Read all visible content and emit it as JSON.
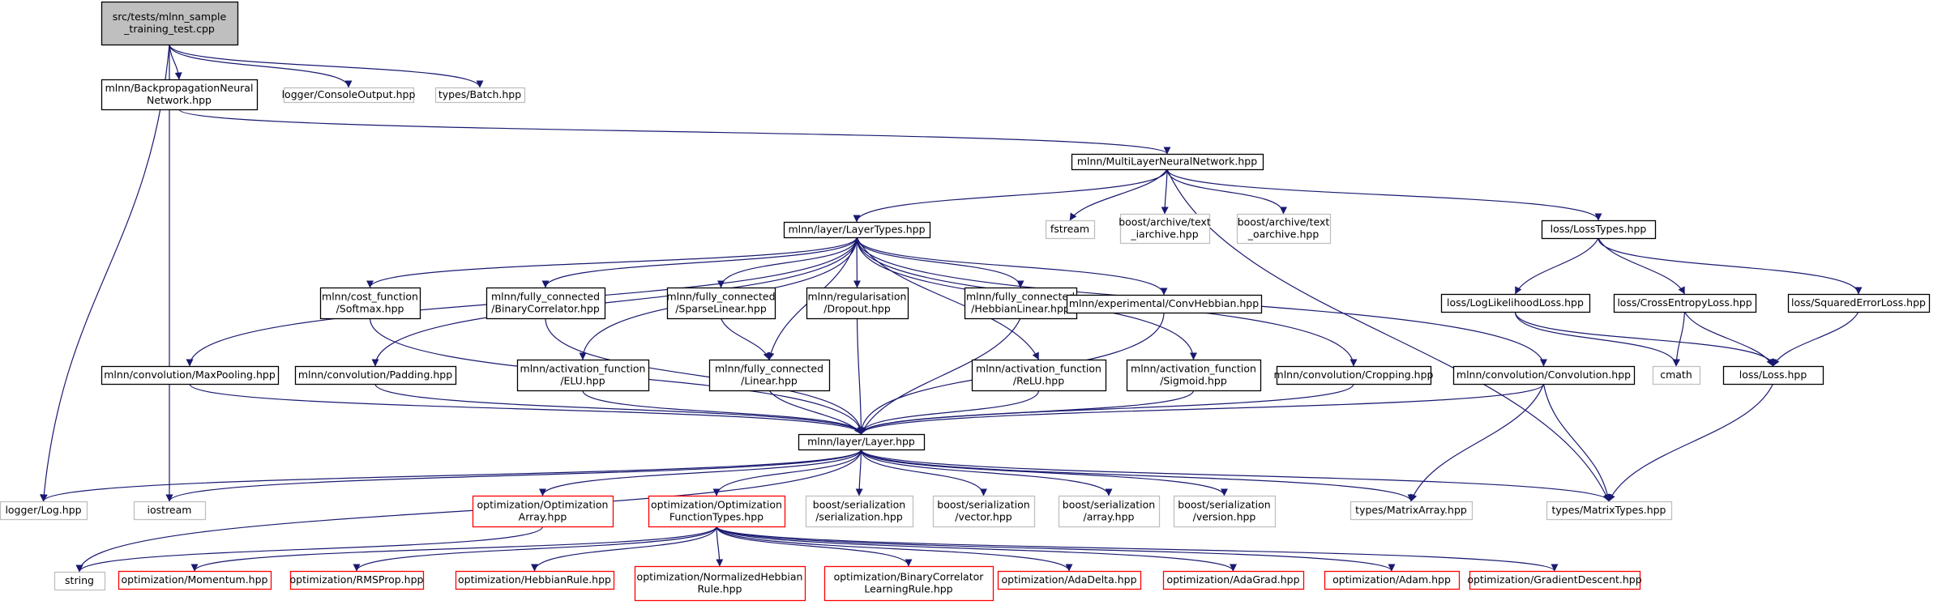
{
  "colors": {
    "edge": "#191970",
    "box_normal": "#000000",
    "box_external": "#bfbfbf",
    "box_truncated": "#ff0000",
    "box_root_fill": "#bfbfbf",
    "background": "#ffffff"
  },
  "nodes": [
    {
      "id": "root",
      "lines": [
        "src/tests/mlnn_sample",
        "_training_test.cpp"
      ],
      "kind": "root"
    },
    {
      "id": "bpnn",
      "lines": [
        "mlnn/BackpropagationNeural",
        "Network.hpp"
      ],
      "kind": "normal"
    },
    {
      "id": "console",
      "lines": [
        "logger/ConsoleOutput.hpp"
      ],
      "kind": "external"
    },
    {
      "id": "batch",
      "lines": [
        "types/Batch.hpp"
      ],
      "kind": "external"
    },
    {
      "id": "mlnn",
      "lines": [
        "mlnn/MultiLayerNeuralNetwork.hpp"
      ],
      "kind": "normal"
    },
    {
      "id": "layertypes",
      "lines": [
        "mlnn/layer/LayerTypes.hpp"
      ],
      "kind": "normal"
    },
    {
      "id": "fstream",
      "lines": [
        "fstream"
      ],
      "kind": "external"
    },
    {
      "id": "iarchive",
      "lines": [
        "boost/archive/text",
        "_iarchive.hpp"
      ],
      "kind": "external"
    },
    {
      "id": "oarchive",
      "lines": [
        "boost/archive/text",
        "_oarchive.hpp"
      ],
      "kind": "external"
    },
    {
      "id": "losstypes",
      "lines": [
        "loss/LossTypes.hpp"
      ],
      "kind": "normal"
    },
    {
      "id": "softmax",
      "lines": [
        "mlnn/cost_function",
        "/Softmax.hpp"
      ],
      "kind": "normal"
    },
    {
      "id": "bincorr",
      "lines": [
        "mlnn/fully_connected",
        "/BinaryCorrelator.hpp"
      ],
      "kind": "normal"
    },
    {
      "id": "sparselin",
      "lines": [
        "mlnn/fully_connected",
        "/SparseLinear.hpp"
      ],
      "kind": "normal"
    },
    {
      "id": "dropout",
      "lines": [
        "mlnn/regularisation",
        "/Dropout.hpp"
      ],
      "kind": "normal"
    },
    {
      "id": "hebblin",
      "lines": [
        "mlnn/fully_connected",
        "/HebbianLinear.hpp"
      ],
      "kind": "normal"
    },
    {
      "id": "convhebb",
      "lines": [
        "mlnn/experimental/ConvHebbian.hpp"
      ],
      "kind": "normal"
    },
    {
      "id": "loglik",
      "lines": [
        "loss/LogLikelihoodLoss.hpp"
      ],
      "kind": "normal"
    },
    {
      "id": "crossent",
      "lines": [
        "loss/CrossEntropyLoss.hpp"
      ],
      "kind": "normal"
    },
    {
      "id": "sqerr",
      "lines": [
        "loss/SquaredErrorLoss.hpp"
      ],
      "kind": "normal"
    },
    {
      "id": "maxpool",
      "lines": [
        "mlnn/convolution/MaxPooling.hpp"
      ],
      "kind": "normal"
    },
    {
      "id": "padding",
      "lines": [
        "mlnn/convolution/Padding.hpp"
      ],
      "kind": "normal"
    },
    {
      "id": "elu",
      "lines": [
        "mlnn/activation_function",
        "/ELU.hpp"
      ],
      "kind": "normal"
    },
    {
      "id": "linear",
      "lines": [
        "mlnn/fully_connected",
        "/Linear.hpp"
      ],
      "kind": "normal"
    },
    {
      "id": "relu",
      "lines": [
        "mlnn/activation_function",
        "/ReLU.hpp"
      ],
      "kind": "normal"
    },
    {
      "id": "sigmoid",
      "lines": [
        "mlnn/activation_function",
        "/Sigmoid.hpp"
      ],
      "kind": "normal"
    },
    {
      "id": "cropping",
      "lines": [
        "mlnn/convolution/Cropping.hpp"
      ],
      "kind": "normal"
    },
    {
      "id": "convolution",
      "lines": [
        "mlnn/convolution/Convolution.hpp"
      ],
      "kind": "normal"
    },
    {
      "id": "cmath",
      "lines": [
        "cmath"
      ],
      "kind": "external"
    },
    {
      "id": "loss",
      "lines": [
        "loss/Loss.hpp"
      ],
      "kind": "normal"
    },
    {
      "id": "layer",
      "lines": [
        "mlnn/layer/Layer.hpp"
      ],
      "kind": "normal"
    },
    {
      "id": "log",
      "lines": [
        "logger/Log.hpp"
      ],
      "kind": "external"
    },
    {
      "id": "iostream",
      "lines": [
        "iostream"
      ],
      "kind": "external"
    },
    {
      "id": "optarray",
      "lines": [
        "optimization/Optimization",
        "Array.hpp"
      ],
      "kind": "truncated"
    },
    {
      "id": "optfunc",
      "lines": [
        "optimization/Optimization",
        "FunctionTypes.hpp"
      ],
      "kind": "truncated"
    },
    {
      "id": "serialization",
      "lines": [
        "boost/serialization",
        "/serialization.hpp"
      ],
      "kind": "external"
    },
    {
      "id": "vector",
      "lines": [
        "boost/serialization",
        "/vector.hpp"
      ],
      "kind": "external"
    },
    {
      "id": "array",
      "lines": [
        "boost/serialization",
        "/array.hpp"
      ],
      "kind": "external"
    },
    {
      "id": "version",
      "lines": [
        "boost/serialization",
        "/version.hpp"
      ],
      "kind": "external"
    },
    {
      "id": "matrixarray",
      "lines": [
        "types/MatrixArray.hpp"
      ],
      "kind": "external"
    },
    {
      "id": "matrixtypes",
      "lines": [
        "types/MatrixTypes.hpp"
      ],
      "kind": "external"
    },
    {
      "id": "string",
      "lines": [
        "string"
      ],
      "kind": "external"
    },
    {
      "id": "momentum",
      "lines": [
        "optimization/Momentum.hpp"
      ],
      "kind": "truncated"
    },
    {
      "id": "rmsprop",
      "lines": [
        "optimization/RMSProp.hpp"
      ],
      "kind": "truncated"
    },
    {
      "id": "hebbrule",
      "lines": [
        "optimization/HebbianRule.hpp"
      ],
      "kind": "truncated"
    },
    {
      "id": "normhebb",
      "lines": [
        "optimization/NormalizedHebbian",
        "Rule.hpp"
      ],
      "kind": "truncated"
    },
    {
      "id": "bincorrlr",
      "lines": [
        "optimization/BinaryCorrelator",
        "LearningRule.hpp"
      ],
      "kind": "truncated"
    },
    {
      "id": "adadelta",
      "lines": [
        "optimization/AdaDelta.hpp"
      ],
      "kind": "truncated"
    },
    {
      "id": "adagrad",
      "lines": [
        "optimization/AdaGrad.hpp"
      ],
      "kind": "truncated"
    },
    {
      "id": "adam",
      "lines": [
        "optimization/Adam.hpp"
      ],
      "kind": "truncated"
    },
    {
      "id": "graddesc",
      "lines": [
        "optimization/GradientDescent.hpp"
      ],
      "kind": "truncated"
    }
  ],
  "edges": [
    {
      "from": "root",
      "to": "bpnn"
    },
    {
      "from": "root",
      "to": "console"
    },
    {
      "from": "root",
      "to": "batch"
    },
    {
      "from": "root",
      "to": "log"
    },
    {
      "from": "root",
      "to": "iostream"
    },
    {
      "from": "bpnn",
      "to": "mlnn"
    },
    {
      "from": "mlnn",
      "to": "layertypes"
    },
    {
      "from": "mlnn",
      "to": "fstream"
    },
    {
      "from": "mlnn",
      "to": "iarchive"
    },
    {
      "from": "mlnn",
      "to": "oarchive"
    },
    {
      "from": "mlnn",
      "to": "losstypes"
    },
    {
      "from": "mlnn",
      "to": "matrixtypes"
    },
    {
      "from": "layertypes",
      "to": "softmax"
    },
    {
      "from": "layertypes",
      "to": "bincorr"
    },
    {
      "from": "layertypes",
      "to": "sparselin"
    },
    {
      "from": "layertypes",
      "to": "dropout"
    },
    {
      "from": "layertypes",
      "to": "hebblin"
    },
    {
      "from": "layertypes",
      "to": "convhebb"
    },
    {
      "from": "layertypes",
      "to": "maxpool"
    },
    {
      "from": "layertypes",
      "to": "padding"
    },
    {
      "from": "layertypes",
      "to": "elu"
    },
    {
      "from": "layertypes",
      "to": "linear"
    },
    {
      "from": "layertypes",
      "to": "relu"
    },
    {
      "from": "layertypes",
      "to": "sigmoid"
    },
    {
      "from": "layertypes",
      "to": "cropping"
    },
    {
      "from": "layertypes",
      "to": "convolution"
    },
    {
      "from": "losstypes",
      "to": "loglik"
    },
    {
      "from": "losstypes",
      "to": "crossent"
    },
    {
      "from": "losstypes",
      "to": "sqerr"
    },
    {
      "from": "loglik",
      "to": "cmath"
    },
    {
      "from": "loglik",
      "to": "loss"
    },
    {
      "from": "crossent",
      "to": "cmath"
    },
    {
      "from": "crossent",
      "to": "loss"
    },
    {
      "from": "sqerr",
      "to": "loss"
    },
    {
      "from": "loss",
      "to": "matrixtypes"
    },
    {
      "from": "sparselin",
      "to": "linear"
    },
    {
      "from": "softmax",
      "to": "layer"
    },
    {
      "from": "bincorr",
      "to": "layer"
    },
    {
      "from": "dropout",
      "to": "layer"
    },
    {
      "from": "hebblin",
      "to": "layer"
    },
    {
      "from": "convhebb",
      "to": "layer"
    },
    {
      "from": "maxpool",
      "to": "layer"
    },
    {
      "from": "padding",
      "to": "layer"
    },
    {
      "from": "elu",
      "to": "layer"
    },
    {
      "from": "linear",
      "to": "layer"
    },
    {
      "from": "relu",
      "to": "layer"
    },
    {
      "from": "sigmoid",
      "to": "layer"
    },
    {
      "from": "cropping",
      "to": "layer"
    },
    {
      "from": "convolution",
      "to": "layer"
    },
    {
      "from": "convolution",
      "to": "matrixarray"
    },
    {
      "from": "convolution",
      "to": "matrixtypes"
    },
    {
      "from": "layer",
      "to": "log"
    },
    {
      "from": "layer",
      "to": "iostream"
    },
    {
      "from": "layer",
      "to": "optarray"
    },
    {
      "from": "layer",
      "to": "optfunc"
    },
    {
      "from": "layer",
      "to": "serialization"
    },
    {
      "from": "layer",
      "to": "vector"
    },
    {
      "from": "layer",
      "to": "array"
    },
    {
      "from": "layer",
      "to": "version"
    },
    {
      "from": "layer",
      "to": "matrixarray"
    },
    {
      "from": "layer",
      "to": "matrixtypes"
    },
    {
      "from": "layer",
      "to": "string"
    },
    {
      "from": "optarray",
      "to": "string"
    },
    {
      "from": "optfunc",
      "to": "momentum"
    },
    {
      "from": "optfunc",
      "to": "rmsprop"
    },
    {
      "from": "optfunc",
      "to": "hebbrule"
    },
    {
      "from": "optfunc",
      "to": "normhebb"
    },
    {
      "from": "optfunc",
      "to": "bincorrlr"
    },
    {
      "from": "optfunc",
      "to": "adadelta"
    },
    {
      "from": "optfunc",
      "to": "adagrad"
    },
    {
      "from": "optfunc",
      "to": "adam"
    },
    {
      "from": "optfunc",
      "to": "graddesc"
    }
  ]
}
